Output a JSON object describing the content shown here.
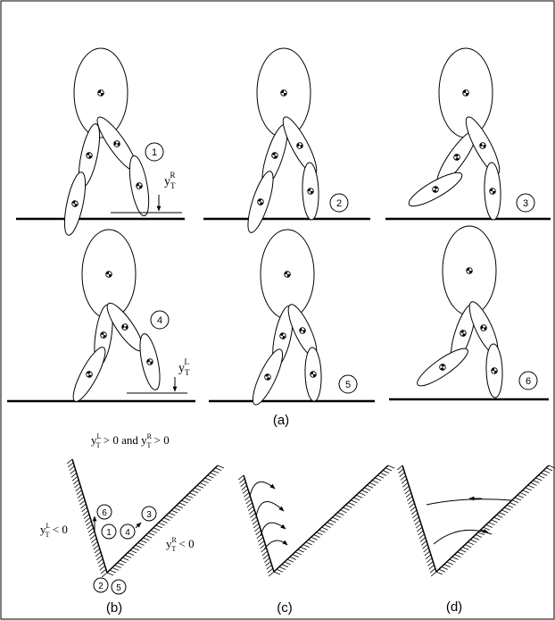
{
  "panels": {
    "walking_labels": [
      "1",
      "2",
      "3",
      "4",
      "5",
      "6"
    ],
    "caption_a": "(a)",
    "caption_b": "(b)",
    "caption_c": "(c)",
    "caption_d": "(d)"
  },
  "height_labels": {
    "right": {
      "base": "y",
      "sub": "T",
      "sup": "R"
    },
    "left": {
      "base": "y",
      "sub": "T",
      "sup": "L"
    }
  },
  "region_b": {
    "top_condition": {
      "l_base": "y",
      "l_sup": "L",
      "l_sub": "T",
      "mid": " > 0 and ",
      "r_base": "y",
      "r_sup": "R",
      "r_sub": "T",
      "end": " > 0"
    },
    "left_condition": {
      "base": "y",
      "sup": "L",
      "sub": "T",
      "end": " < 0"
    },
    "right_condition": {
      "base": "y",
      "sup": "R",
      "sub": "T",
      "end": " < 0"
    },
    "markers": [
      "6",
      "3",
      "1",
      "4",
      "2",
      "5"
    ]
  }
}
